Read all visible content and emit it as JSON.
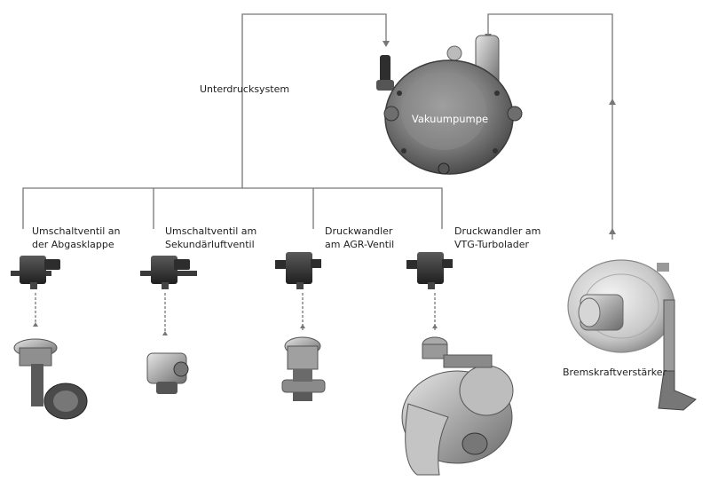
{
  "diagram": {
    "system_label": "Unterdrucksystem",
    "pump": {
      "label": "Vakuumpumpe"
    },
    "components": [
      {
        "id": "abgasklappe",
        "label_line1": "Umschaltventil an",
        "label_line2": "der Abgasklappe"
      },
      {
        "id": "sekundaerluft",
        "label_line1": "Umschaltventil am",
        "label_line2": "Sekundärluftventil"
      },
      {
        "id": "agr",
        "label_line1": "Druckwandler",
        "label_line2": "am AGR-Ventil"
      },
      {
        "id": "vtg",
        "label_line1": "Druckwandler am",
        "label_line2": "VTG-Turbolader"
      }
    ],
    "brake_booster": {
      "label": "Bremskraftverstärker"
    }
  },
  "colors": {
    "line": "#777777",
    "metal_dark": "#4a4a4a",
    "metal_mid": "#8a8a8a",
    "metal_light": "#d9d9d9",
    "valve_black": "#2b2b2b"
  }
}
